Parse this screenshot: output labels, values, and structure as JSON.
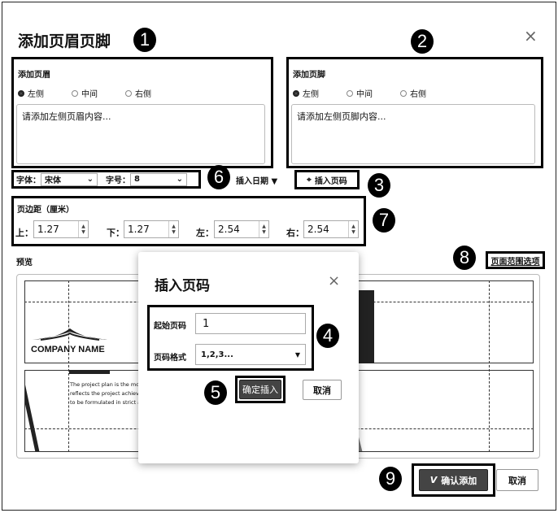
{
  "dialog": {
    "title": "添加页眉页脚",
    "close": "×"
  },
  "header": {
    "label": "添加页眉",
    "options": [
      "左侧",
      "中间",
      "右侧"
    ],
    "placeholder": "请添加左侧页眉内容..."
  },
  "footer": {
    "label": "添加页脚",
    "options": [
      "左侧",
      "中间",
      "右侧"
    ],
    "placeholder": "请添加左侧页脚内容..."
  },
  "font": {
    "font_label": "字体：",
    "font_value": "宋体",
    "size_label": "字号：",
    "size_value": "8"
  },
  "insert_date": "插入日期 ▼",
  "insert_page": "插入页码",
  "margins": {
    "title": "页边距（厘米）",
    "items": [
      {
        "label": "上：",
        "value": "1.27"
      },
      {
        "label": "下：",
        "value": "1.27"
      },
      {
        "label": "左：",
        "value": "2.54"
      },
      {
        "label": "右：",
        "value": "2.54"
      }
    ]
  },
  "preview_label": "预览",
  "page_range": "页面范围选项",
  "preview": {
    "company": "COMPANY NAME",
    "text": [
      "The project plan is the mo",
      "reflects the project achieve",
      "to be formulated in strict a"
    ]
  },
  "popup": {
    "title": "插入页码",
    "close": "×",
    "start_label": "起始页码",
    "start_value": "1",
    "format_label": "页码格式",
    "format_value": "1,2,3...",
    "confirm": "确定插入",
    "cancel": "取消"
  },
  "footer_buttons": {
    "confirm": "确认添加",
    "cancel": "取消"
  },
  "badges": [
    "1",
    "2",
    "3",
    "4",
    "5",
    "6",
    "7",
    "8",
    "9"
  ]
}
